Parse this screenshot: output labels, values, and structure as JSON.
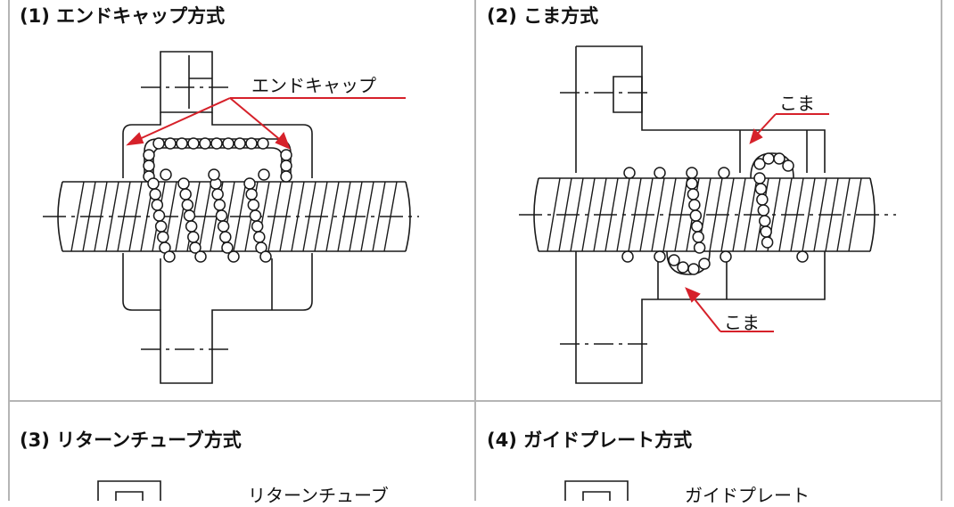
{
  "panels": [
    {
      "title": "(1) エンドキャップ方式",
      "label": "エンドキャップ"
    },
    {
      "title": "(2) こま方式",
      "label_top": "こま",
      "label_bottom": "こま"
    },
    {
      "title": "(3) リターンチューブ方式",
      "label": "リターンチューブ"
    },
    {
      "title": "(4) ガイドプレート方式",
      "label": "ガイドプレート"
    }
  ],
  "colors": {
    "line": "#1a1a1a",
    "accent": "#d6212a",
    "divider": "#b5b5b5"
  }
}
